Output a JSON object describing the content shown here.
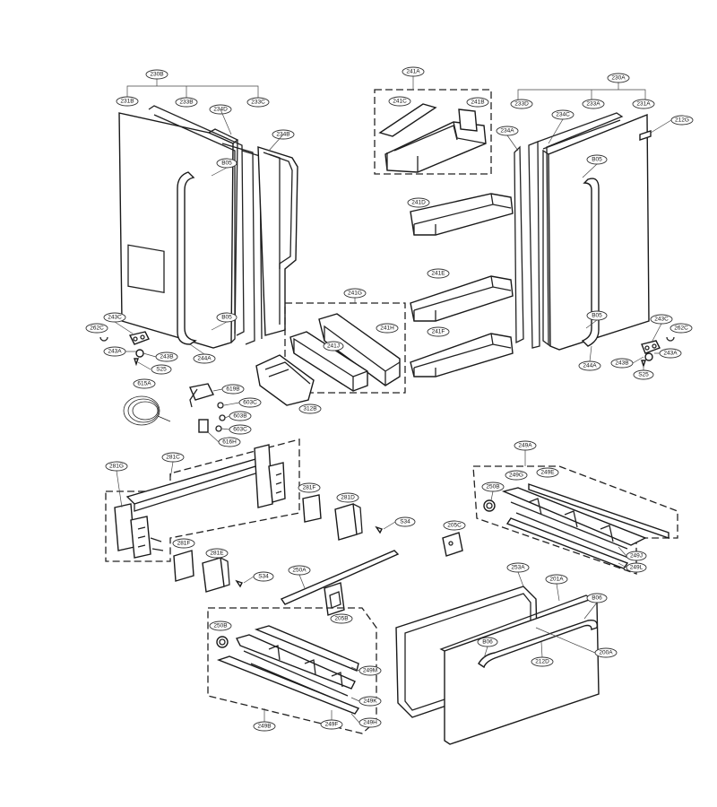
{
  "diagram": {
    "labels": {
      "l230B": "230B",
      "l231B": "231B",
      "l233B": "233B",
      "l234D": "234D",
      "l233C": "233C",
      "l234B": "234B",
      "lB05a": "B05",
      "lB05b": "B05",
      "lB05c": "B05",
      "lB05d": "B05",
      "l241A": "241A",
      "l241C": "241C",
      "l241B": "241B",
      "l241D": "241D",
      "l241E": "241E",
      "l241F": "241F",
      "l241G": "241G",
      "l241H": "241H",
      "l241J": "241J",
      "l230A": "230A",
      "l233D": "233D",
      "l233A": "233A",
      "l231A": "231A",
      "l234A": "234A",
      "l234C": "234C",
      "l212G": "212G",
      "l262Ca": "262C",
      "l243Ca": "243C",
      "l243Aa": "243A",
      "l243Ba": "243B",
      "lS25a": "S25",
      "l244Aa": "244A",
      "l243Cb": "243C",
      "l262Cb": "262C",
      "l243Bb": "243B",
      "l243Ab": "243A",
      "lS25b": "S25",
      "l244Ab": "244A",
      "l615A": "615A",
      "l619B": "619B",
      "l603Ca": "603C",
      "l603B": "603B",
      "l603Cb": "603C",
      "l616H": "616H",
      "l312B": "312B",
      "l281G": "281G",
      "l281C": "281C",
      "l281Fa": "281F",
      "l281D": "281D",
      "lS34a": "S34",
      "l281Fb": "281F",
      "l281E": "281E",
      "lS34b": "S34",
      "l250A": "250A",
      "l205B": "205B",
      "l205C": "205C",
      "l249A": "249A",
      "l249G": "249G",
      "l249E": "249E",
      "l250B": "250B",
      "l249J": "249J",
      "l249L": "249L",
      "l253A": "253A",
      "l201A": "201A",
      "lB06a": "B06",
      "lB06b": "B06",
      "l200A": "200A",
      "l212D": "212D",
      "l250Bb": "250B",
      "l249M": "249M",
      "l249K": "249K",
      "l249H": "249H",
      "l249F": "249F",
      "l249B": "249B"
    },
    "icon_names": [
      "hinge-icon",
      "screw-icon",
      "water-tube-coil-icon"
    ]
  }
}
